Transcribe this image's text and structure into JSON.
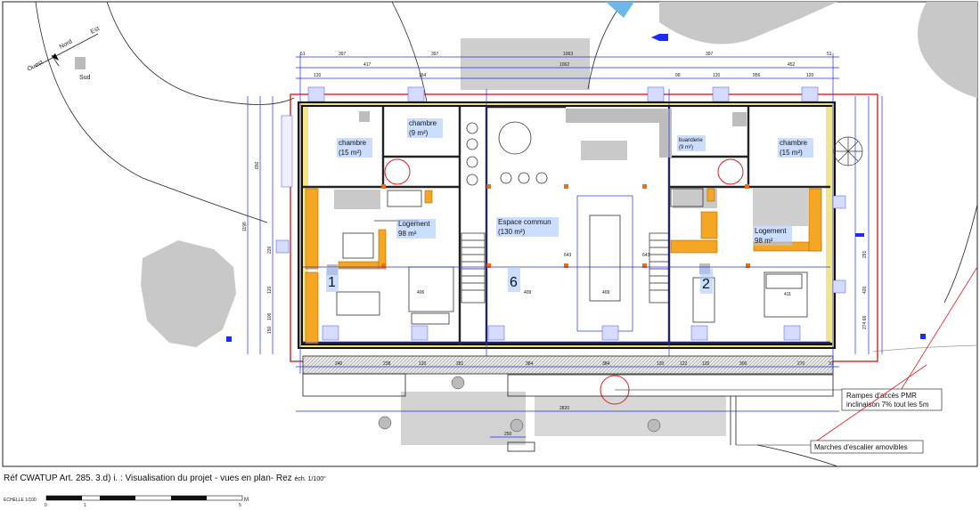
{
  "caption": {
    "main": "Réf CWATUP Art. 285. 3.d) i. : Visualisation du projet - vues en plan- Rez",
    "scale": "éch. 1/100°"
  },
  "scalebar": {
    "label": "ECHELLE 1/100",
    "marks": [
      "0",
      "1",
      "5"
    ],
    "end": "M"
  },
  "compass": {
    "north": "Nord",
    "east": "Est",
    "south": "Sud",
    "west": "Ouest"
  },
  "rooms": {
    "chambre_1": {
      "name": "chambre",
      "area": "(15 m²)"
    },
    "chambre_2": {
      "name": "chambre",
      "area": "(9 m²)"
    },
    "logement_1": {
      "name": "Logement",
      "area": "98 m²"
    },
    "espace": {
      "name": "Espace commun",
      "area": "(130 m²)"
    },
    "buanderie": {
      "name": "buanderie",
      "area": "(9 m²)"
    },
    "chambre_3": {
      "name": "chambre",
      "area": "(15 m²)"
    },
    "logement_2": {
      "name": "Logement",
      "area": "98 m²"
    }
  },
  "unit_numbers": [
    "1",
    "6",
    "2"
  ],
  "annotations": {
    "rampes_line1": "Rampes d'accès PMR",
    "rampes_line2": "inclinaison 7% tout les 5m",
    "marches": "Marches d'escalier amovibles"
  },
  "dims_top1": [
    "51",
    "397",
    "397",
    "1063",
    "397",
    "51"
  ],
  "dims_top2": [
    "417",
    "1062",
    "452"
  ],
  "dims_top3": [
    "120",
    "154",
    "99",
    "120",
    "956",
    "120"
  ],
  "dims_bottom": [
    "240",
    "238",
    "120",
    "281",
    "384",
    "384",
    "120",
    "122",
    "120",
    "300",
    "270",
    "37"
  ],
  "dims_total": "2820",
  "dims_small": [
    "250"
  ],
  "dims_right": [
    "291",
    "420",
    "274.66"
  ],
  "dims_left": [
    "1196",
    "650",
    "226",
    "120",
    "106",
    "150"
  ],
  "dims_interior": [
    "406",
    "409",
    "409",
    "411",
    "643",
    "643"
  ]
}
